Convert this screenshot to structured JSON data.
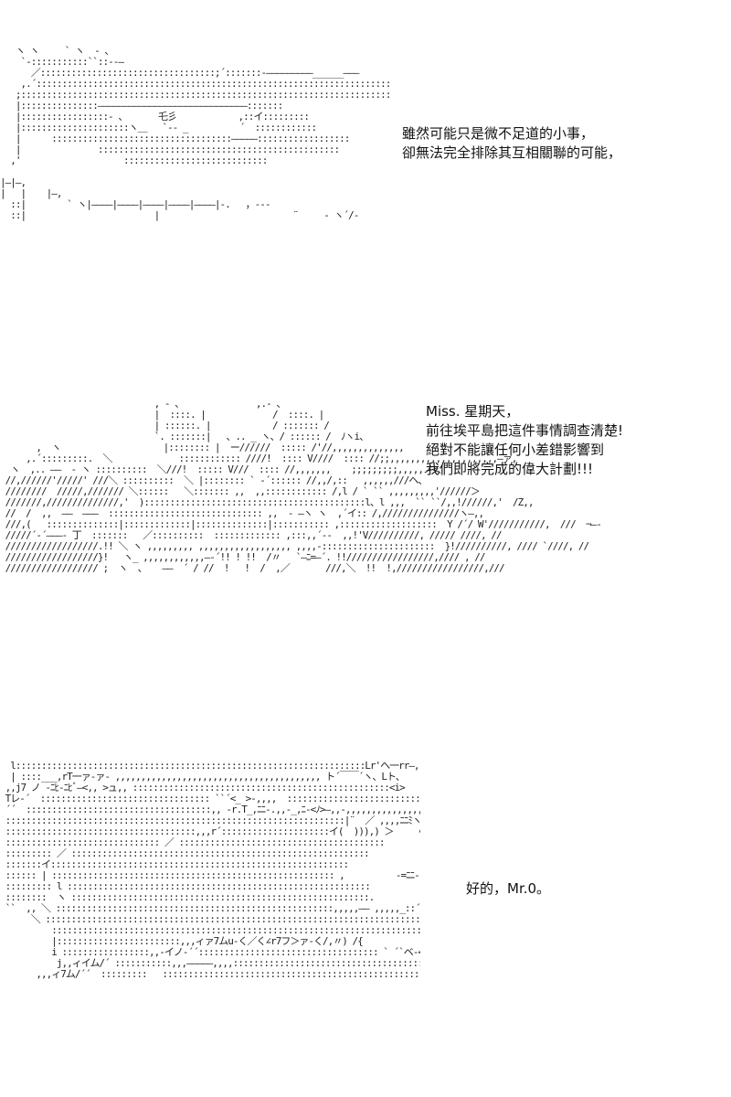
{
  "panels": [
    {
      "art": "   ヽ ヽ     ` ヽ  ‐ 、\n    `‐:::::::::::``::‐‐—\n      ／::::::::::::::::::::::::::::::::::;´:::::::‐—————————______———\n    ,.´::::::::::::::::::::::::::::::::::::::::::::::::::::::::::::::::::::::::::::::\n   ;:::::::::::::::::::::::::::::::::::::::::::::::::::::::::::::::::::::::::::::::::::::\n   |:::::::::::::::—————————————————————————————:::::::\n   |:::::::::::::::::‐ 、      乇彡            ,::イ:::::::::\n   |:::::::::::::::::::::ヽ＿   `‐‐ _          ´  ::::::::::::\n   |      :::::::::::::::::::::::::::::::::::—————::::::::::::::::::\n   |               :::::::::::::::::::::::::::::::::::::::::::::::\n  ,'                    ::::::::::::::::::::::::::::\n\n|—|—,\n|   |    |—,\n  ::|        ` ヽ|————|————|————|————|————|‐.   ，‐‐‐\n  ::|                         |                          ¨     ‐ ヽ´/‐",
      "caption": [
        "雖然可能只是微不足道的小事，",
        "卻無法完全排除其互相關聯的可能，"
      ]
    },
    {
      "art": "                              , ‐ 、              ,.‐ 、\n                              |  ::::. |             /  ::::. |\n                              | ::::::. |            / ::::::: /\n                              `. :::::::|   、.. _ ヽ、/ :::::: /  ﾉヽi、\n       ,  ヽ                    |:::::::: |  ー//////  ::::: /'//,,,,,,,,,,,,,,\n     ,.´:::::::::.  ＼             :::::::::::: ////!  :::: V////  :::: //;;,,,,,,,,,,,,,,,,,,,,,—ァ,\n  ヽ  ,.. ——  ‐ ヽ ::::::::::  ＼///!  ::::: V///  :::: //,,,,,,,    ;;;;;;;;;,,,,,ノ<、\n //,//////'/////' ///＼ ::::::::::  ＼ |:::::::: ` ‐´:::::: //,,/,::   ,,,,,,///ヘ、\n ////////  /////,/////// ＼::::::   ＼::::::: ,,  ,,:::::::::::: /,l / ` `` ,,,,,,,,,'//////＞\n ///////,//////////////,'  ):::::::::::::::::::::::::::::::::::::::::::l、l ,,,  `` ``/,,!//////,'  /Z,,\n //  /  ,,  ——  ———  :::::::::::::::::::::::::::::: ,,  ‐ —ヽ ヽ  ,´イ:: /,///////////////ヽ—,,\n ///,(   ::::::::::::::|:::::::::::::|::::::::::::::|::::::::::: ,:::::::::::::::::::  Y /´/ W'///////////,  ///  ¬—‐´¨ヽ‐\n /////´‐´———‐ 丁  :::::::   ／::::::::::  ::::::::::::: ,:::,,´‐‐  ,,!'V//////////, ///// ////, //\n //////////////////.!! ＼ ヽ ,,,,,,,,, ,,,,,,,,,,,,,,,,,, ,,,,‐::::::::::::::::::::::  }!//////////, //// `////, //\n //////////////////}!   ヽ_ ,,,,,,,,,,,,—‐´!! ! !!  /〃   `—ﾆ=—´. !!/////////////////,//// , //\n ////////////////// ;  ヽ  、   ——  ´ / //  !   !  /  ,／       ///,＼  !!  !,/////////////////,///",
      "caption": [
        "Miss. 星期天，",
        "前往埃平島把這件事情調查清楚!",
        "絕對不能讓任何小差錯影響到",
        "我們即將完成的偉大計劃!!!"
      ]
    },
    {
      "art": "  l::::::::::::::::::::::::::::::::::::::::::::::::::::::::::::::::::::Lr'ヘ一rr—,..\n  | ::::___,rT一ァ‐ァ‐ ,,,,,,,,,,,,,,,,,,,,,,,,,,,,,,,,,,,,,,,, ト´￣￣´ヽ、Lト、\n ,,j7 ノ ‐ﾆﾋ‐ﾆﾋﾞ—<,, >ュ,, ::::::::::::::::::::::::::::::::::::::::::::::::::<i>\n Tレ‐´  ::::::::::::::::::::::::::::::::: ``´<_ >‐,,,,  :::::::::::::::::::::::::::::::::::::::Y>\n ´´  ::::::::::::::::::::::::::::::::::::,, ‐r.T_,ﾆﾆ‐.,,‐_,ﾆ‐<ﾉ>—,,‐,,,,,,,,,,,,,,,,,,,,,,,,,,,,,:(ﾆ]\n ::::::::::::::::::::::::::::::::::::::::::::::::::::::::::::::::::|¨  ／ ,,,,ﾆﾆﾐヽヽ   r,ﾐr´ゥ—´∠ZZ)_-r)マ\n :::::::::::::::::::::::::::::::::::::,,,r´:::::::::::::::::::::イ(  ))),) ＞     ﾍﾞﾚl:::,,,ノ\n :::::::::::::::::::::::::::::: ／ ::::::::::::::::::::::::::::::::::::::::           ＼!:l_{     ┌┐\n ::::::::: ／ ::::::::::::::::::::::::::::::::::::::::::::::::::::::::::            ‐,rll-,::ヽ__/___|\n :::::::イ::::::::::::::::::::::::::::::::::::::::::::::::::::::::::                    |`ヽ,:: ::::   ヽ\n :::::: | ::::::::::::::::::::::::::::::::::::::::::::::::::::::: ,          ‐=ﾆﾆ‐´ !Tヽ´戈,,::,,—⌒ヽ\n ::::::::: l :::::::::::::::::::::::::::::::::::::::::::::::::::::::::::            —´ ﾊ   ／ ﾞ´::ﾟ::],r´¨ _ﾆi\n ::::::::  ヽ ::::::::::::::::::::::::::::::::::::::::::::::::::::::::::.           !K ＞  ／ !:レ´ ::::::::‐ —  ヽ\n ``  ,, ＼ ::::::::::::::::::::::::::::::::::::::::::::::::::::::,,,,,—— ,,,,,_::´´´         |:j     r´\n      ＼ :::::::::::::::::::::::::::::::::::::::::::::::::::::::::::::::::::::::::::::::::: ＼  l/\\   /   ／^ ヽ,\n          :::::::::::::::::::::::::::::::::::::::::::::::::::::::::::::::::::::::::::::::::::::::::::::       ´  ` ヽ\n          |::::::::::::::::::::::::,,,ィァ7ムu-く／く∠r7フ＞ァ-く/,〃) /{\n          i :::::::::::::::::,,-イノ‐´´::::::::::::::::::::::::::::::::::: ` ´`ベ-<ZフﾞT-ﾘｧ,,\n           j,,ィイム/´ :::::::::::,,,—————,,,,::::::::::::::::::::::::::::::::::::::: ``ヽ ,,‐‐\n       ,,,ィ7ム/´´  :::::::::   :::::::::::::::::::::::::::::::::::::::::::::::::::::::: ::  ヽ ::,,  ::::::::::::::::::::",
      "caption": [
        "好的，Mr.0。"
      ]
    }
  ]
}
